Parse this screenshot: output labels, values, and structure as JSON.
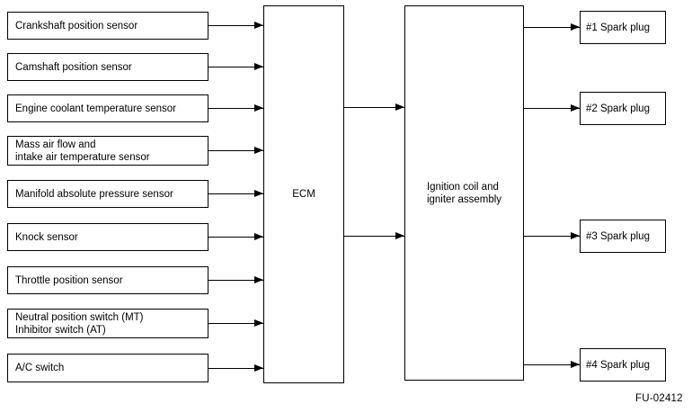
{
  "figure": {
    "id_label": "FU-02412"
  },
  "inputs": [
    {
      "label": "Crankshaft position sensor"
    },
    {
      "label": "Camshaft position sensor"
    },
    {
      "label": "Engine coolant temperature sensor"
    },
    {
      "label": "Mass air flow and\nintake air temperature sensor"
    },
    {
      "label": "Manifold absolute pressure sensor"
    },
    {
      "label": "Knock sensor"
    },
    {
      "label": "Throttle position sensor"
    },
    {
      "label": "Neutral position switch (MT)\nInhibitor switch (AT)"
    },
    {
      "label": "A/C switch"
    }
  ],
  "controllers": [
    {
      "label": "ECM"
    },
    {
      "label": "Ignition coil and\nigniter assembly"
    }
  ],
  "outputs": [
    {
      "label": "#1 Spark plug"
    },
    {
      "label": "#2 Spark plug"
    },
    {
      "label": "#3 Spark plug"
    },
    {
      "label": "#4 Spark plug"
    }
  ],
  "colors": {
    "line": "#000000",
    "background": "#ffffff",
    "text": "#000000"
  }
}
